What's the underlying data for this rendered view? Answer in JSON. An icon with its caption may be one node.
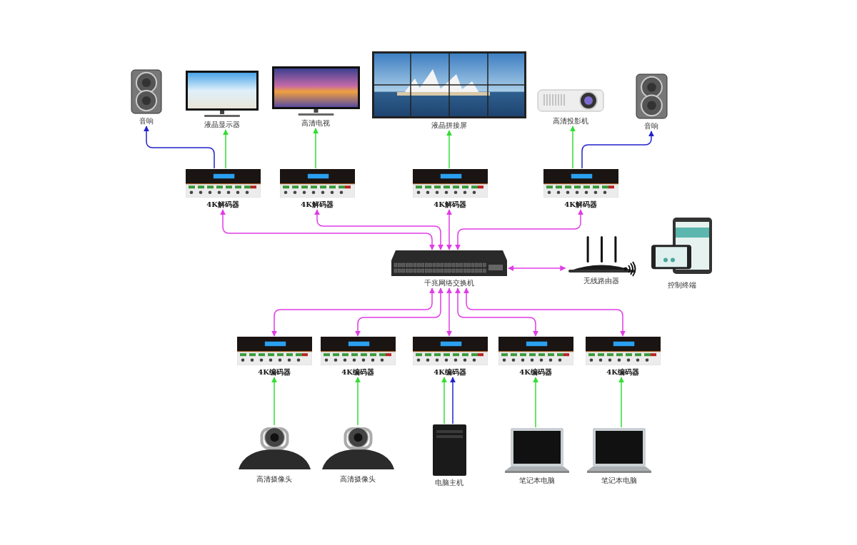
{
  "diagram": {
    "nodes": [
      {
        "text": [
          "音响"
        ]
      },
      {
        "text": [
          "液晶显示器"
        ]
      },
      {
        "text": [
          "高清电视"
        ]
      },
      {
        "text": [
          "液晶拼接屏"
        ]
      },
      {
        "text": [
          "高清投影机"
        ]
      },
      {
        "text": [
          "音响"
        ]
      },
      {
        "text": [
          "4K解码器"
        ]
      },
      {
        "text": [
          "4K解码器"
        ]
      },
      {
        "text": [
          "4K解码器"
        ]
      },
      {
        "text": [
          "4K解码器"
        ]
      },
      {
        "text": [
          "千兆网络交换机"
        ]
      },
      {
        "text": [
          "无线路由器"
        ]
      },
      {
        "text": [
          "控制终端"
        ]
      },
      {
        "text": [
          "4K编码器"
        ]
      },
      {
        "text": [
          "4K编码器"
        ]
      },
      {
        "text": [
          "4K编码器"
        ]
      },
      {
        "text": [
          "4K编码器"
        ]
      },
      {
        "text": [
          "4K编码器"
        ]
      },
      {
        "text": [
          "高清摄像头"
        ]
      },
      {
        "text": [
          "高清摄像头"
        ]
      },
      {
        "text": [
          "电脑主机"
        ]
      },
      {
        "text": [
          "笔记本电脑"
        ]
      },
      {
        "text": [
          "笔记本电脑"
        ]
      }
    ],
    "edges": [
      {
        "from": 6,
        "to": 0,
        "arrow": "to",
        "color": "#2222cc"
      },
      {
        "from": 6,
        "to": 1,
        "arrow": "to",
        "color": "#33dd33"
      },
      {
        "from": 7,
        "to": 2,
        "arrow": "to",
        "color": "#33dd33"
      },
      {
        "from": 8,
        "to": 3,
        "arrow": "to",
        "color": "#33dd33"
      },
      {
        "from": 9,
        "to": 4,
        "arrow": "to",
        "color": "#33dd33"
      },
      {
        "from": 9,
        "to": 5,
        "arrow": "to",
        "color": "#2222cc"
      },
      {
        "from": 6,
        "to": 10,
        "arrow": "both"
      },
      {
        "from": 7,
        "to": 10,
        "arrow": "both"
      },
      {
        "from": 8,
        "to": 10,
        "arrow": "both"
      },
      {
        "from": 9,
        "to": 10,
        "arrow": "both"
      },
      {
        "from": 10,
        "to": 11,
        "arrow": "both"
      },
      {
        "from": 10,
        "to": 13,
        "arrow": "both"
      },
      {
        "from": 10,
        "to": 14,
        "arrow": "both"
      },
      {
        "from": 10,
        "to": 15,
        "arrow": "both"
      },
      {
        "from": 10,
        "to": 16,
        "arrow": "both"
      },
      {
        "from": 10,
        "to": 17,
        "arrow": "both"
      },
      {
        "from": 18,
        "to": 13,
        "arrow": "to",
        "color": "#33dd33"
      },
      {
        "from": 19,
        "to": 14,
        "arrow": "to",
        "color": "#33dd33"
      },
      {
        "from": 20,
        "to": 15,
        "arrow": "to",
        "color": "#33dd33"
      },
      {
        "from": 20,
        "to": 15,
        "arrow": "to",
        "color": "#2222cc"
      },
      {
        "from": 21,
        "to": 16,
        "arrow": "to",
        "color": "#33dd33"
      },
      {
        "from": 22,
        "to": 17,
        "arrow": "to",
        "color": "#33dd33"
      }
    ]
  }
}
